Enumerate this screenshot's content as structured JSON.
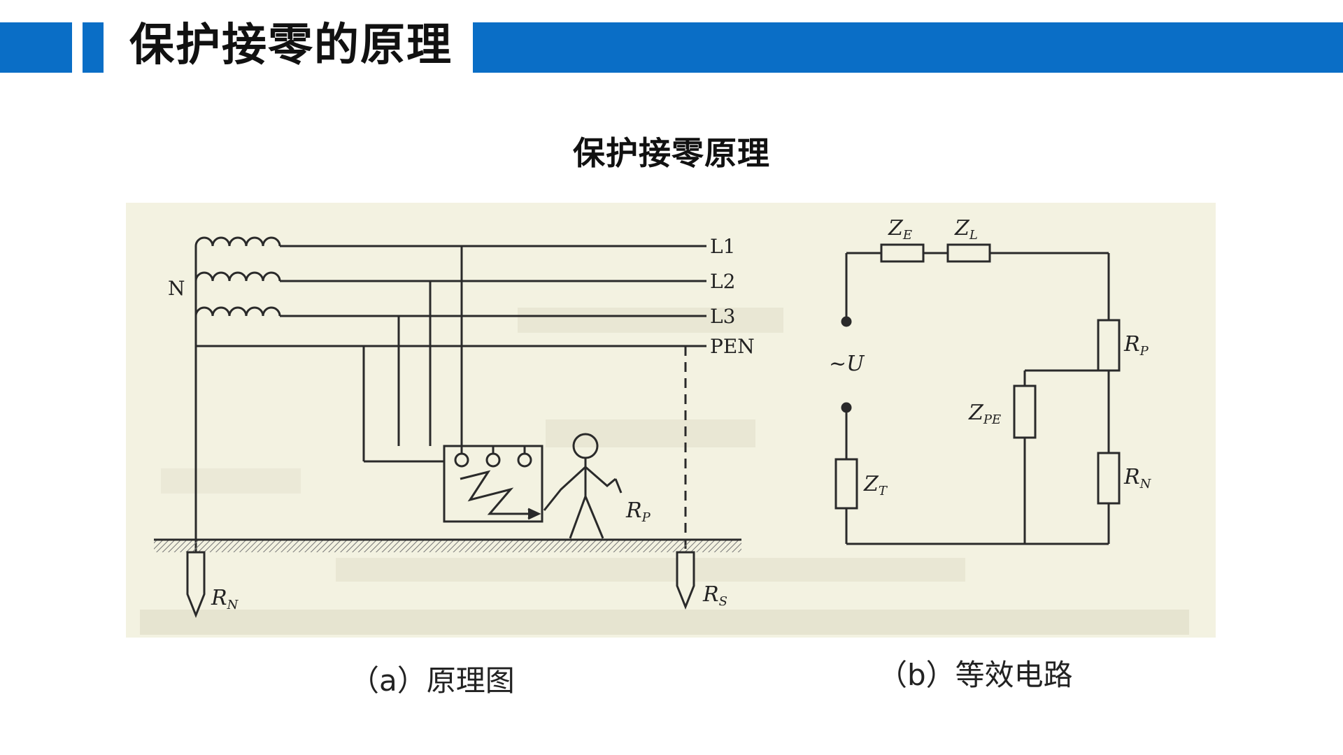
{
  "header": {
    "title": "保护接零的原理",
    "accent_color": "#0a6ec6"
  },
  "subtitle": "保护接零原理",
  "figure_a": {
    "phase_labels": [
      "L1",
      "L2",
      "L3"
    ],
    "pen_label": "PEN",
    "neutral_label": "N",
    "rp_label": "R",
    "rp_sub": "P",
    "rn_label": "R",
    "rn_sub": "N",
    "rs_label": "R",
    "rs_sub": "S"
  },
  "figure_b": {
    "ze_label": "Z",
    "ze_sub": "E",
    "zl_label": "Z",
    "zl_sub": "L",
    "source_label": "~U",
    "zpe_label": "Z",
    "zpe_sub": "PE",
    "zt_label": "Z",
    "zt_sub": "T",
    "rp_label": "R",
    "rp_sub": "P",
    "rn_label": "R",
    "rn_sub": "N"
  },
  "captions": {
    "a": "（a）原理图",
    "b": "（b）等效电路"
  }
}
